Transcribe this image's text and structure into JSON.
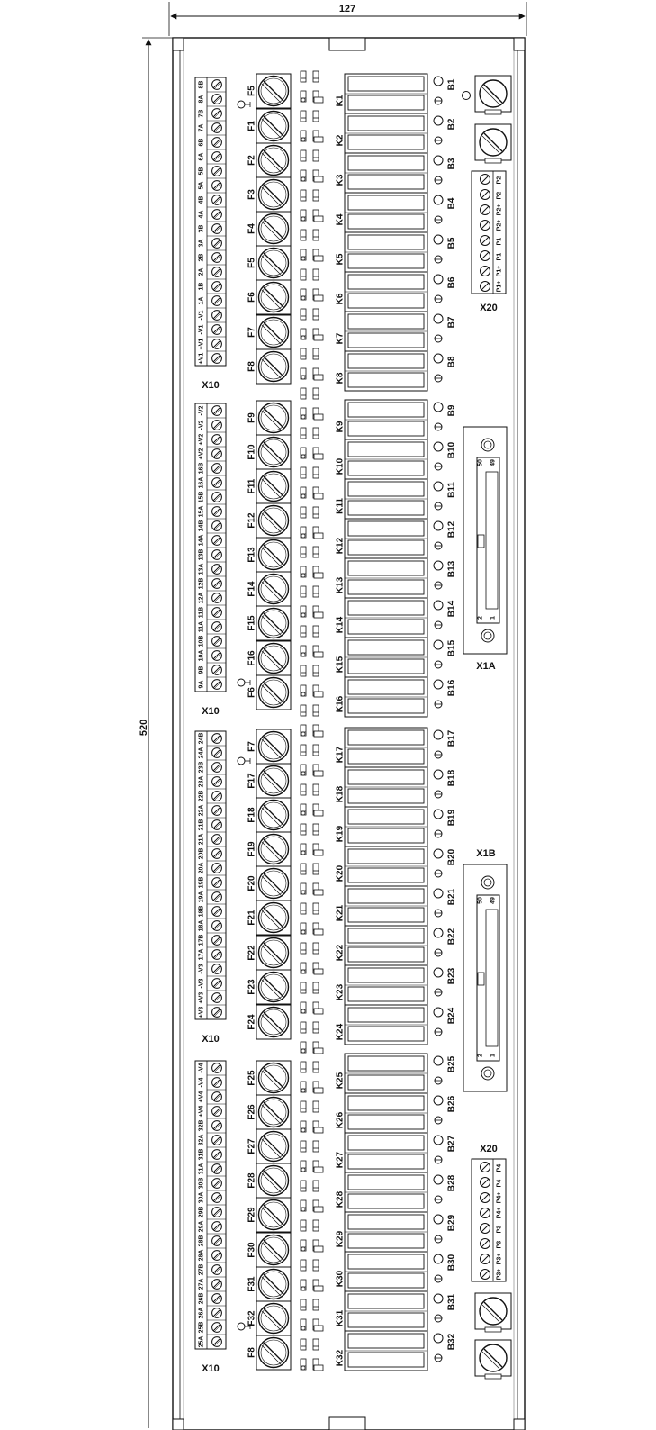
{
  "dims": {
    "width": "127",
    "height": "520"
  },
  "terminal_blocks": {
    "label": "X10",
    "blocks": [
      [
        "+V1",
        "+V1",
        "-V1",
        "-V1",
        "1A",
        "1B",
        "2A",
        "2B",
        "3A",
        "3B",
        "4A",
        "4B",
        "5A",
        "5B",
        "6A",
        "6B",
        "7A",
        "7B",
        "8A",
        "8B"
      ],
      [
        "9A",
        "9B",
        "10A",
        "10B",
        "11A",
        "11B",
        "12A",
        "12B",
        "13A",
        "13B",
        "14A",
        "14B",
        "15A",
        "15B",
        "16A",
        "16B",
        "+V2",
        "+V2",
        "-V2",
        "-V2"
      ],
      [
        "+V3",
        "+V3",
        "-V3",
        "-V3",
        "17A",
        "17B",
        "18A",
        "18B",
        "19A",
        "19B",
        "20A",
        "20B",
        "21A",
        "21B",
        "22A",
        "22B",
        "23A",
        "23B",
        "24A",
        "24B"
      ],
      [
        "25A",
        "25B",
        "26A",
        "26B",
        "27A",
        "27B",
        "28A",
        "28B",
        "29A",
        "29B",
        "30A",
        "30B",
        "31A",
        "31B",
        "32A",
        "32B",
        "+V4",
        "+V4",
        "-V4",
        "-V4"
      ]
    ]
  },
  "power_terminals": {
    "label": "X20",
    "top": [
      "P1+",
      "P1+",
      "P1-",
      "P1-",
      "P2+",
      "P2+",
      "P2-",
      "P2-"
    ],
    "bottom": [
      "P3+",
      "P3+",
      "P3-",
      "P3-",
      "P4+",
      "P4+",
      "P4-",
      "P4-"
    ]
  },
  "fuses": [
    "F5",
    "F1",
    "F2",
    "F3",
    "F4",
    "F5",
    "F6",
    "F7",
    "F8",
    "F9",
    "F10",
    "F11",
    "F12",
    "F13",
    "F14",
    "F15",
    "F16",
    "F6",
    "F7",
    "F17",
    "F18",
    "F19",
    "F20",
    "F21",
    "F22",
    "F23",
    "F24",
    "F25",
    "F26",
    "F27",
    "F28",
    "F29",
    "F30",
    "F31",
    "F32",
    "F8"
  ],
  "relays": [
    "K1",
    "K2",
    "K3",
    "K4",
    "K5",
    "K6",
    "K7",
    "K8",
    "K9",
    "K10",
    "K11",
    "K12",
    "K13",
    "K14",
    "K15",
    "K16",
    "K17",
    "K18",
    "K19",
    "K20",
    "K21",
    "K22",
    "K23",
    "K24",
    "K25",
    "K26",
    "K27",
    "K28",
    "K29",
    "K30",
    "K31",
    "K32"
  ],
  "leds": [
    "B1",
    "B2",
    "B3",
    "B4",
    "B5",
    "B6",
    "B7",
    "B8",
    "B9",
    "B10",
    "B11",
    "B12",
    "B13",
    "B14",
    "B15",
    "B16",
    "B17",
    "B18",
    "B19",
    "B20",
    "B21",
    "B22",
    "B23",
    "B24",
    "B25",
    "B26",
    "B27",
    "B28",
    "B29",
    "B30",
    "B31",
    "B32"
  ],
  "connectors": [
    {
      "label": "X1A",
      "pin_top": "50",
      "pin_top2": "49",
      "pin_bot": "2",
      "pin_bot2": "1"
    },
    {
      "label": "X1B",
      "pin_top": "50",
      "pin_top2": "49",
      "pin_bot": "2",
      "pin_bot2": "1"
    }
  ]
}
